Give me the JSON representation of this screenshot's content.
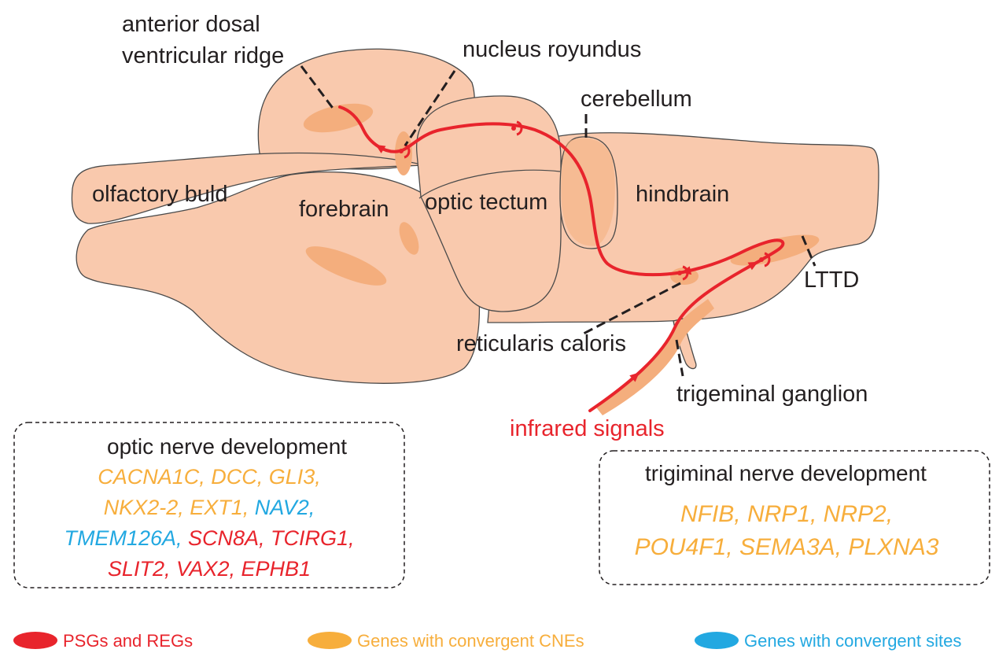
{
  "colors": {
    "brain_fill": "#f9c9ad",
    "brain_stroke": "#4a4a4a",
    "cne_spot": "#f4ae7d",
    "pathway": "#e8242c",
    "psg_reg": "#e8242c",
    "cne": "#f7ae3c",
    "convergent_sites": "#22a8e1",
    "text": "#231f20"
  },
  "labels": {
    "advr_line1": "anterior dosal",
    "advr_line2": "ventricular ridge",
    "nucleus_royundus": "nucleus royundus",
    "cerebellum": "cerebellum",
    "olfactory_bulb": "olfactory buld",
    "forebrain": "forebrain",
    "optic_tectum": "optic tectum",
    "hindbrain": "hindbrain",
    "lttd": "LTTD",
    "reticularis_caloris": "reticularis caloris",
    "trigeminal_ganglion": "trigeminal ganglion",
    "infrared_signals": "infrared signals"
  },
  "optic_box": {
    "title": "optic nerve development",
    "lines": [
      [
        {
          "text": "CACNA1C, DCC, GLI3,",
          "group": "cne"
        }
      ],
      [
        {
          "text": "NKX2-2, EXT1, ",
          "group": "cne"
        },
        {
          "text": "NAV2,",
          "group": "convergent_sites"
        }
      ],
      [
        {
          "text": "TMEM126A, ",
          "group": "convergent_sites"
        },
        {
          "text": "SCN8A, TCIRG1,",
          "group": "psg_reg"
        }
      ],
      [
        {
          "text": "SLIT2, VAX2, EPHB1",
          "group": "psg_reg"
        }
      ]
    ]
  },
  "trigeminal_box": {
    "title": "trigiminal nerve development",
    "lines": [
      [
        {
          "text": "NFIB, NRP1, NRP2,",
          "group": "cne"
        }
      ],
      [
        {
          "text": "POU4F1, SEMA3A, PLXNA3",
          "group": "cne"
        }
      ]
    ]
  },
  "legend": [
    {
      "label": "PSGs and REGs",
      "color_key": "psg_reg"
    },
    {
      "label": "Genes with convergent CNEs",
      "color_key": "cne"
    },
    {
      "label": "Genes with convergent sites",
      "color_key": "convergent_sites"
    }
  ]
}
